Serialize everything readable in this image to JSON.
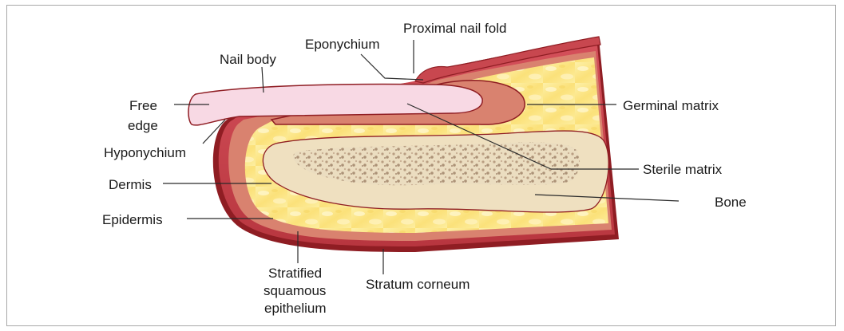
{
  "labels": {
    "proximal_nail_fold": "Proximal nail fold",
    "eponychium": "Eponychium",
    "nail_body": "Nail body",
    "free_edge_line1": "Free",
    "free_edge_line2": "edge",
    "hyponychium": "Hyponychium",
    "dermis": "Dermis",
    "epidermis": "Epidermis",
    "germinal_matrix": "Germinal matrix",
    "sterile_matrix": "Sterile matrix",
    "bone": "Bone",
    "stratified_line1": "Stratified",
    "stratified_line2": "squamous",
    "stratified_line3": "epithelium",
    "stratum_corneum": "Stratum corneum"
  },
  "colors": {
    "epidermis": "#c8474f",
    "epidermis_dark": "#8f1d23",
    "dermis_band": "#d98a7a",
    "tissue": "#fbe27a",
    "nail": "#f8d9e4",
    "bone": "#efe0c0",
    "marrow": "#a88d74"
  }
}
